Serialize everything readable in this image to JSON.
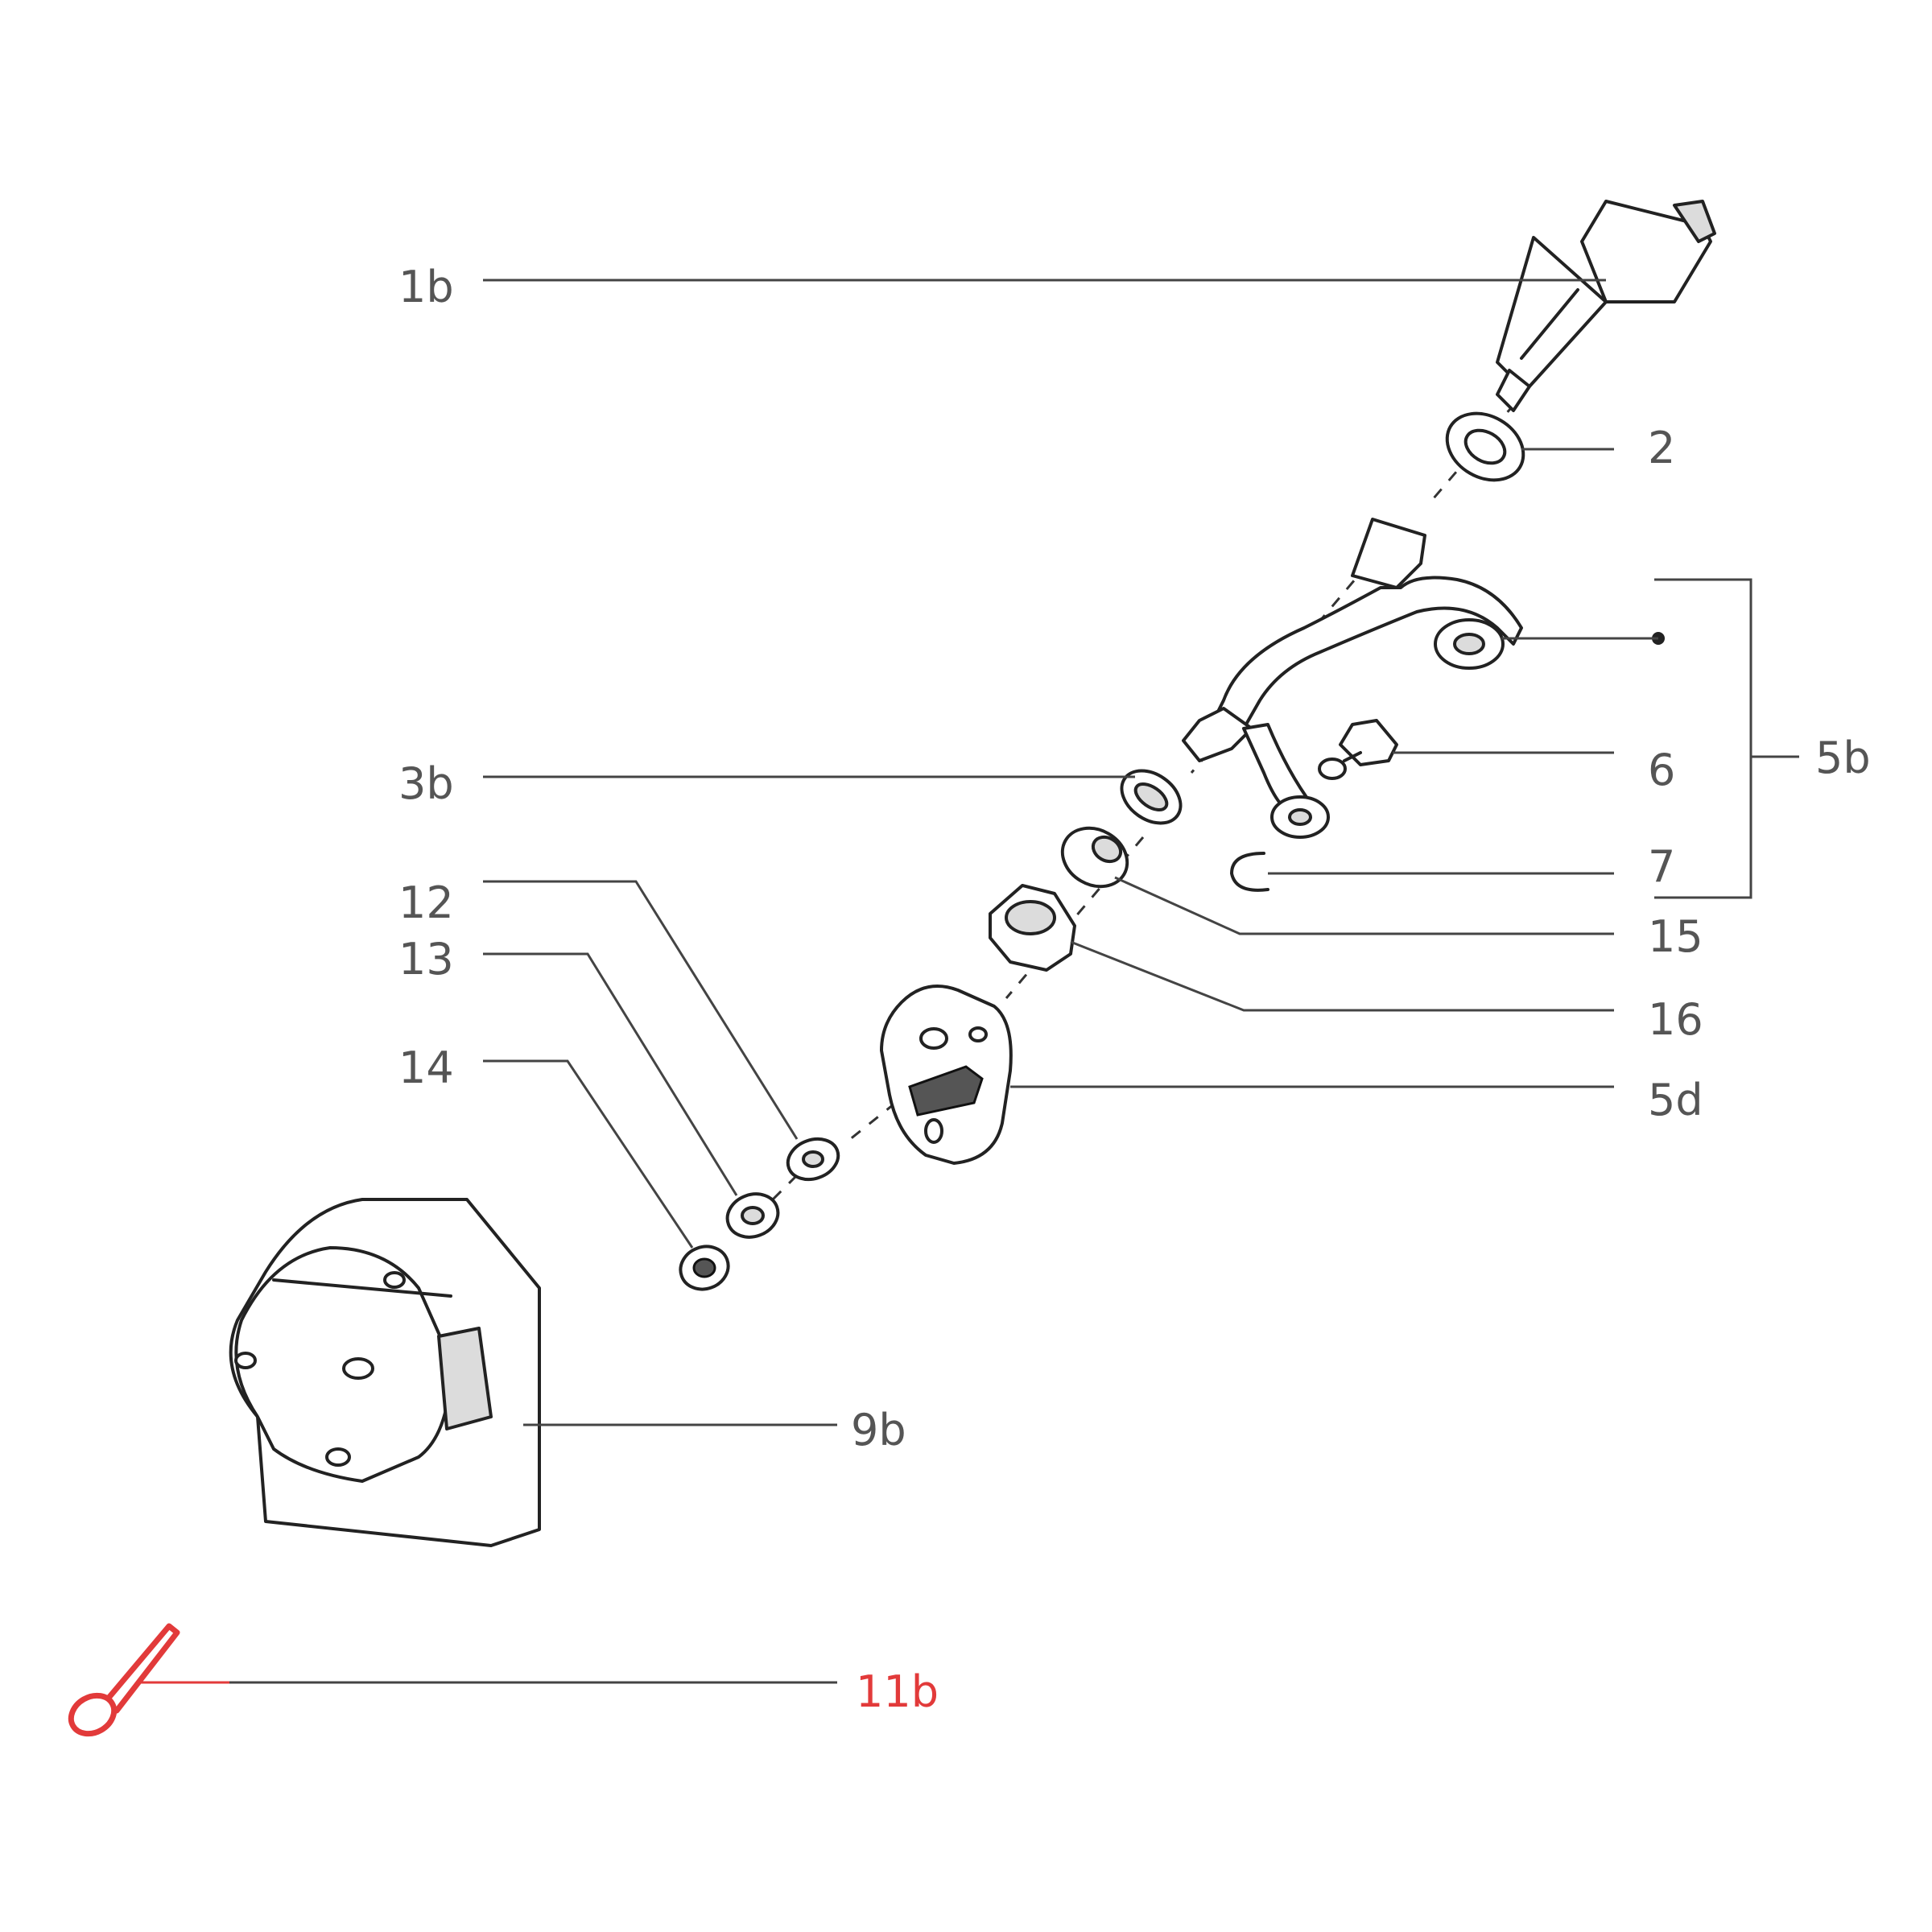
{
  "diagram": {
    "highlight_color": "#e23a3a",
    "line_color": "#444444",
    "label_color": "#555555",
    "callouts": {
      "c1b": "1b",
      "c2": "2",
      "c3b": "3b",
      "c5b": "5b",
      "c6": "6",
      "c7": "7",
      "c12": "12",
      "c13": "13",
      "c14": "14",
      "c15": "15",
      "c16": "16",
      "c5d": "5d",
      "c9b": "9b",
      "c11b": "11b"
    },
    "highlighted_part": "11b"
  }
}
